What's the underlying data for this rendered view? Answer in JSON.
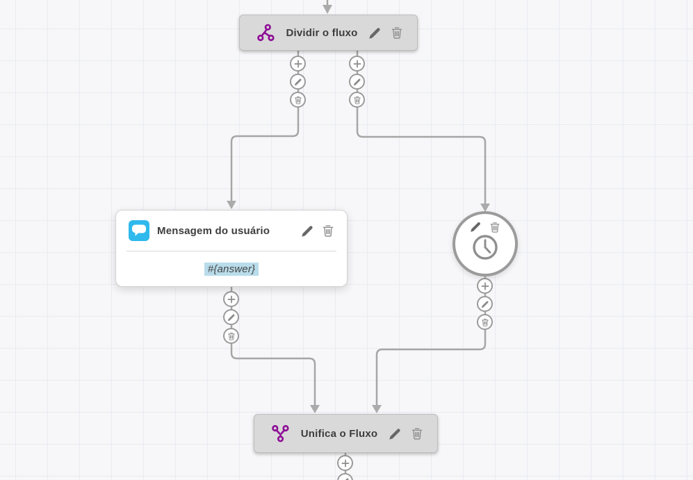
{
  "colors": {
    "accent_purple": "#8e0f96",
    "accent_blue": "#2fb9ec",
    "variable_highlight": "#b9dcea",
    "connector_gray": "#a6a6a6",
    "node_gray": "#d9d9d9"
  },
  "nodes": {
    "split": {
      "label": "Dividir o fluxo"
    },
    "user_message": {
      "label": "Mensagem do usuário",
      "content": "#{answer}"
    },
    "merge": {
      "label": "Unifica o Fluxo"
    }
  },
  "icons": {
    "split": "split-flow-icon",
    "user_message": "chat-bubble-icon",
    "timer": "clock-icon",
    "merge": "merge-flow-icon",
    "edit": "pencil-icon",
    "delete": "trash-icon",
    "add": "plus-icon"
  }
}
